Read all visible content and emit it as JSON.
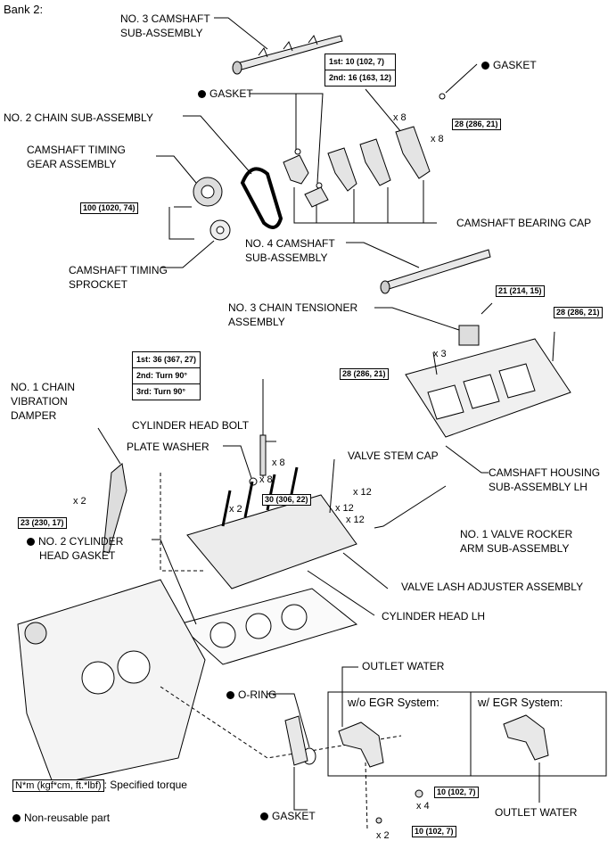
{
  "title": "Bank 2:",
  "labels": {
    "no3_camshaft": "NO. 3 CAMSHAFT SUB-ASSEMBLY",
    "no3_camshaft_l1": "NO. 3 CAMSHAFT",
    "no3_camshaft_l2": "SUB-ASSEMBLY",
    "gasket_top_right": "GASKET",
    "gasket_mid": "GASKET",
    "no2_chain": "NO. 2 CHAIN SUB-ASSEMBLY",
    "timing_gear_l1": "CAMSHAFT TIMING",
    "timing_gear_l2": "GEAR ASSEMBLY",
    "bearing_cap": "CAMSHAFT BEARING CAP",
    "no4_camshaft_l1": "NO. 4 CAMSHAFT",
    "no4_camshaft_l2": "SUB-ASSEMBLY",
    "sprocket_l1": "CAMSHAFT TIMING",
    "sprocket_l2": "SPROCKET",
    "tensioner_l1": "NO. 3 CHAIN TENSIONER",
    "tensioner_l2": "ASSEMBLY",
    "vib_damper_l1": "NO. 1 CHAIN",
    "vib_damper_l2": "VIBRATION",
    "vib_damper_l3": "DAMPER",
    "head_bolt": "CYLINDER HEAD BOLT",
    "plate_washer": "PLATE WASHER",
    "valve_stem_cap": "VALVE STEM CAP",
    "housing_l1": "CAMSHAFT HOUSING",
    "housing_l2": "SUB-ASSEMBLY LH",
    "rocker_l1": "NO. 1 VALVE ROCKER",
    "rocker_l2": "ARM SUB-ASSEMBLY",
    "head_gasket_l1": "NO. 2 CYLINDER",
    "head_gasket_l2": "HEAD GASKET",
    "lash_adjuster": "VALVE LASH ADJUSTER ASSEMBLY",
    "cyl_head": "CYLINDER HEAD LH",
    "outlet_water_top": "OUTLET WATER",
    "o_ring": "O-RING",
    "wo_egr": "w/o EGR System:",
    "w_egr": "w/ EGR System:",
    "outlet_water_bottom": "OUTLET WATER",
    "gasket_bottom": "GASKET"
  },
  "torques": {
    "t_28_top": "28 (286, 21)",
    "t_100": "100 (1020, 74)",
    "t_21": "21 (214, 15)",
    "t_28_right": "28 (286, 21)",
    "t_28_left": "28 (286, 21)",
    "t_30": "30 (306, 22)",
    "t_23": "23 (230, 17)",
    "t_10_a": "10 (102, 7)",
    "t_10_b": "10 (102, 7)"
  },
  "bearing_cap_box": {
    "line1": "1st: 10 (102, 7)",
    "line2": "2nd: 16 (163, 12)"
  },
  "head_bolt_box": {
    "line1": "1st: 36 (367, 27)",
    "line2": "2nd: Turn 90°",
    "line3": "3rd: Turn 90°"
  },
  "multipliers": {
    "m_x8_a": "x 8",
    "m_x8_b": "x 8",
    "m_x3": "x 3",
    "m_x8_c": "x 8",
    "m_x8_d": "x 8",
    "m_x2_a": "x 2",
    "m_x2_b": "x 2",
    "m_x12_a": "x 12",
    "m_x12_b": "x 12",
    "m_x12_c": "x 12",
    "m_x4": "x 4",
    "m_x2_c": "x 2"
  },
  "legend": {
    "torque_unit": "N*m (kgf*cm, ft.*lbf)",
    "torque_desc": ": Specified torque",
    "non_reusable": "Non-reusable part"
  }
}
